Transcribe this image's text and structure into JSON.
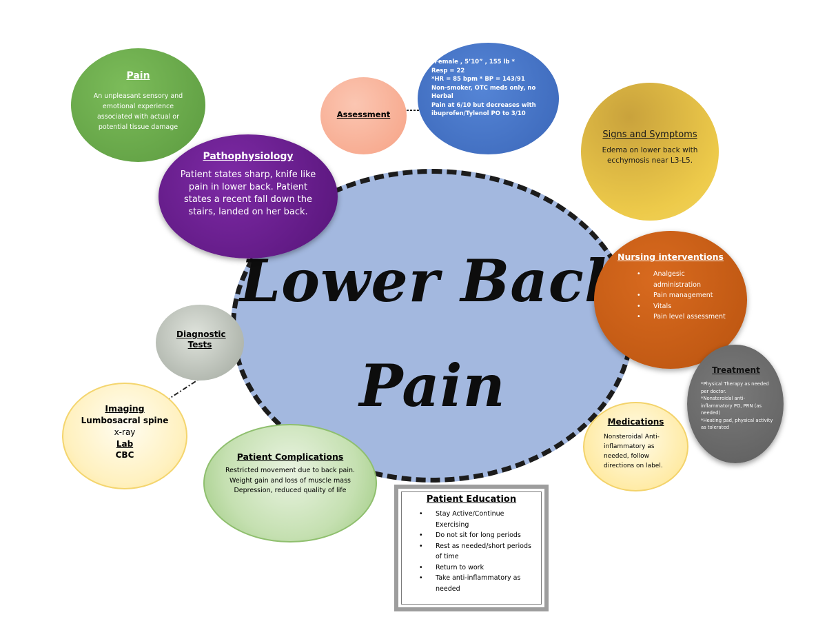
{
  "center": {
    "line1": "Lower Back",
    "line2": "Pain"
  },
  "pain": {
    "title": "Pain",
    "body": "An unpleasant sensory and emotional experience associated with actual or potential tissue damage"
  },
  "pathophysiology": {
    "title": "Pathophysiology",
    "body": "Patient states sharp, knife like pain in lower back. Patient states a recent fall down the stairs, landed on her back."
  },
  "assessment": {
    "title": "Assessment",
    "details": [
      "*Female , 5’10” , 155 lb  *",
      "Resp = 22",
      "*HR = 85 bpm  * BP = 143/91",
      "Non-smoker, OTC meds only, no Herbal",
      "Pain at 6/10 but decreases with ibuprofen/Tylenol PO to 3/10"
    ]
  },
  "signs": {
    "title": "Signs and Symptoms",
    "body": "Edema on lower back with ecchymosis near L3-L5."
  },
  "nursing": {
    "title": "Nursing interventions",
    "items": [
      "Analgesic administration",
      "Pain management",
      "Vitals",
      "Pain level assessment"
    ]
  },
  "treatment": {
    "title": "Treatment",
    "items": [
      "*Physical Therapy as needed per doctor.",
      "*Nonsteroidal anti-inflammatory PO, PRN (as needed)",
      "*Heating pad, physical activity as tolerated"
    ]
  },
  "medications": {
    "title": "Medications",
    "body": "Nonsteroidal Anti-inflammatory as needed, follow directions on label."
  },
  "diagnostic": {
    "title": "Diagnostic Tests"
  },
  "imaging": {
    "title": "Imaging",
    "line1": "Lumbosacral spine",
    "line2": "x-ray",
    "lab_title": "Lab",
    "lab_value": "CBC"
  },
  "complications": {
    "title": "Patient Complications",
    "lines": [
      "Restricted movement due to back pain.",
      "Weight gain and loss of muscle mass",
      "Depression, reduced quality of life"
    ]
  },
  "education": {
    "title": "Patient Education",
    "items": [
      "Stay Active/Continue Exercising",
      "Do not sit for long periods",
      "Rest as needed/short periods of time",
      "Return to work",
      "Take anti-inflammatory as needed"
    ]
  },
  "colors": {
    "pain": "#6aa84f",
    "pathophysiology": "#6a1d8f",
    "assessment": "#f9b39a",
    "assessment_details": "#4472c4",
    "signs": "#e2b93b",
    "nursing": "#c55a11",
    "treatment": "#6f6f6f",
    "medications": "#ffe699",
    "diagnostic": "#b7bdb5",
    "imaging": "#ffe699",
    "complications": "#a9d18e",
    "center": "#a3b8df"
  }
}
